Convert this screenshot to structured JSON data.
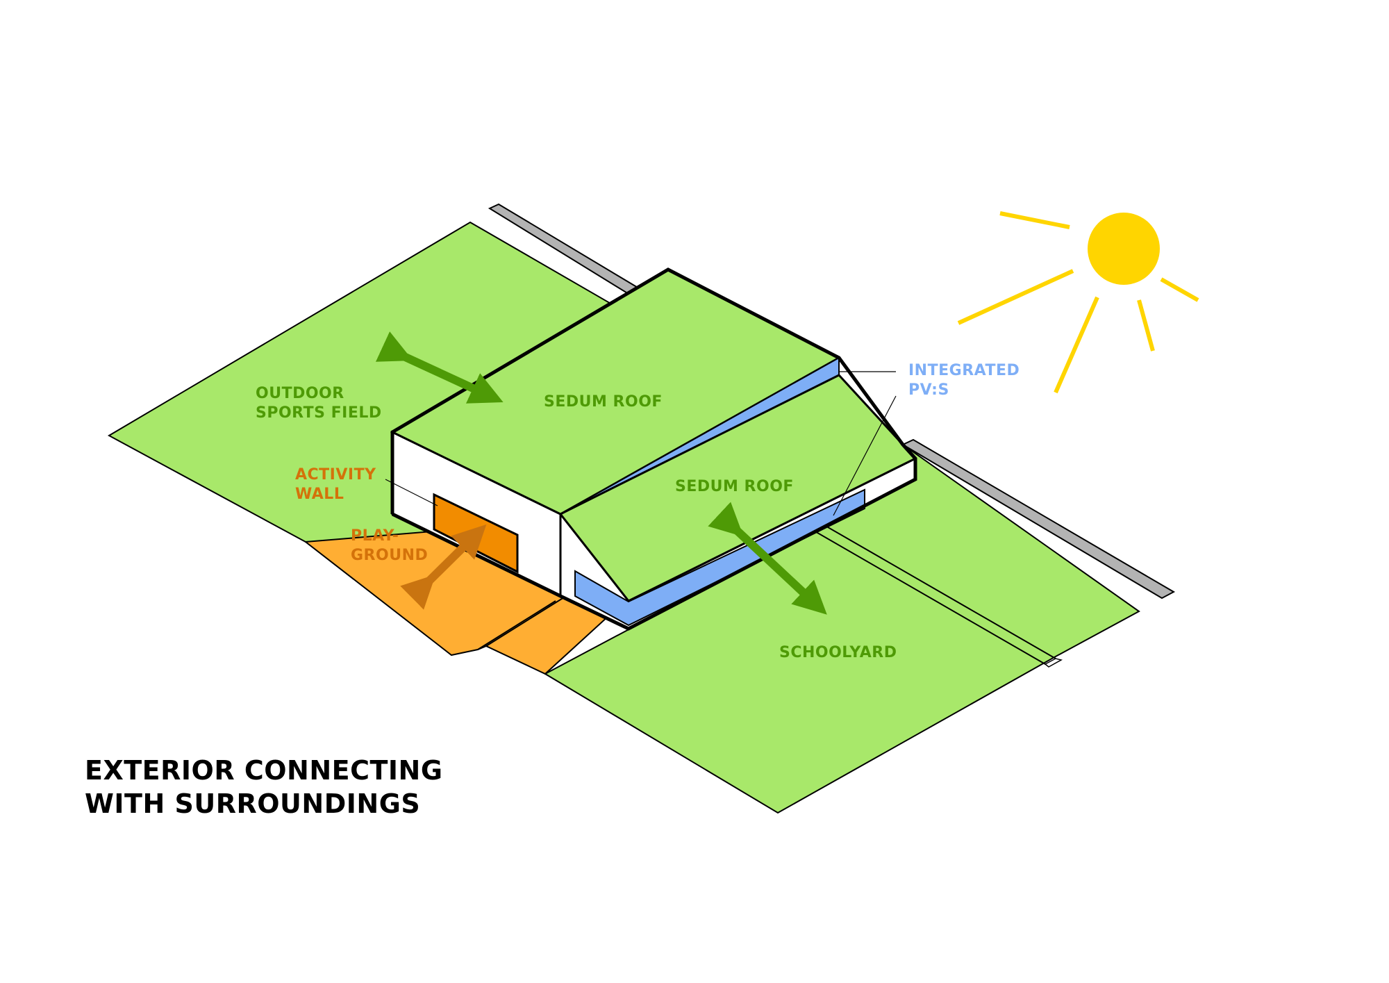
{
  "title": {
    "line1": "EXTERIOR CONNECTING",
    "line2": "WITH SURROUNDINGS"
  },
  "labels": {
    "sports_field_1": "OUTDOOR",
    "sports_field_2": "SPORTS FIELD",
    "sedum_roof_upper": "SEDUM ROOF",
    "sedum_roof_lower": "SEDUM ROOF",
    "activity_wall_1": "ACTIVITY",
    "activity_wall_2": "WALL",
    "playground_1": "PLAY-",
    "playground_2": "GROUND",
    "schoolyard": "SCHOOLYARD",
    "pv_1": "INTEGRATED",
    "pv_2": "PV:S"
  },
  "icons": [
    "sun-icon",
    "double-arrow-icon"
  ],
  "colors": {
    "grass": "#a8e86a",
    "arrow_green": "#4e9a06",
    "playground": "#ffae33",
    "activity_wall": "#f28c00",
    "arrow_orange": "#c97410",
    "pv_blue": "#7eaef6",
    "sun": "#ffd500",
    "text_green": "#4e9a06",
    "text_orange": "#d4720a",
    "text_blue": "#7eaef6",
    "outline": "#000000",
    "road": "#b3b3b3"
  }
}
